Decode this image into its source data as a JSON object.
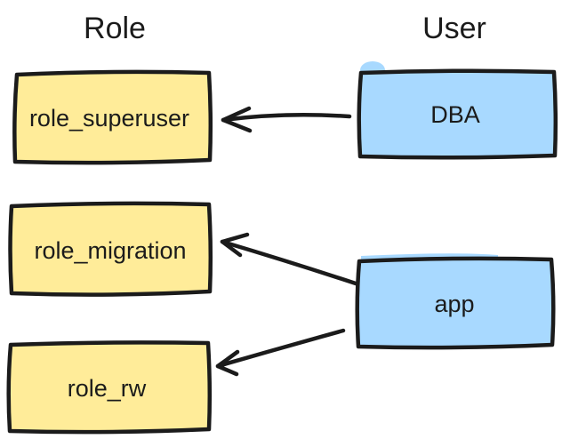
{
  "diagram": {
    "columns": [
      {
        "title": "Role"
      },
      {
        "title": "User"
      }
    ],
    "roles": [
      {
        "label": "role_superuser"
      },
      {
        "label": "role_migration"
      },
      {
        "label": "role_rw"
      }
    ],
    "users": [
      {
        "label": "DBA"
      },
      {
        "label": "app"
      }
    ],
    "edges": [
      {
        "from": "DBA",
        "to": "role_superuser"
      },
      {
        "from": "app",
        "to": "role_migration"
      },
      {
        "from": "app",
        "to": "role_rw"
      }
    ],
    "colors": {
      "role_fill": "#ffec99",
      "user_fill": "#a8d9ff",
      "stroke": "#1b1b1b",
      "background": "#ffffff"
    }
  }
}
